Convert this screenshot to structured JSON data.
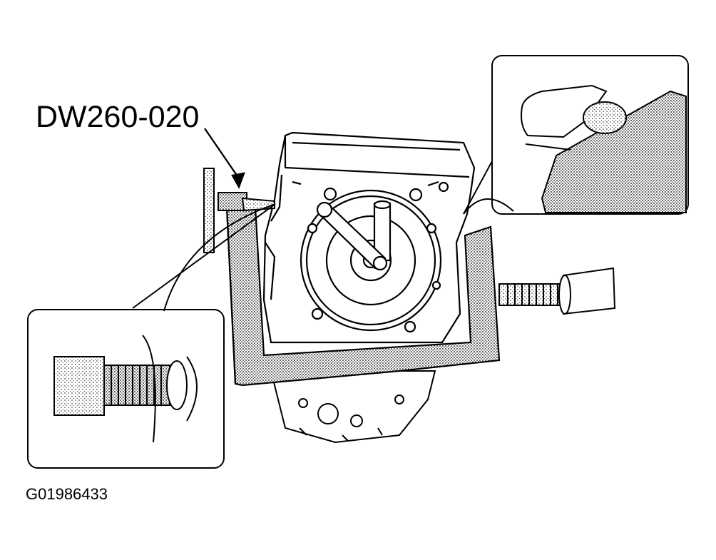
{
  "diagram": {
    "tool_label": "DW260-020",
    "figure_id": "G01986433",
    "colors": {
      "ink": "#000000",
      "paper": "#ffffff",
      "stipple": "#9a9a9a"
    },
    "icons": [
      "transmission-housing",
      "puller-frame",
      "forcing-screw",
      "detail-bolt-inset",
      "detail-hook-inset"
    ]
  }
}
